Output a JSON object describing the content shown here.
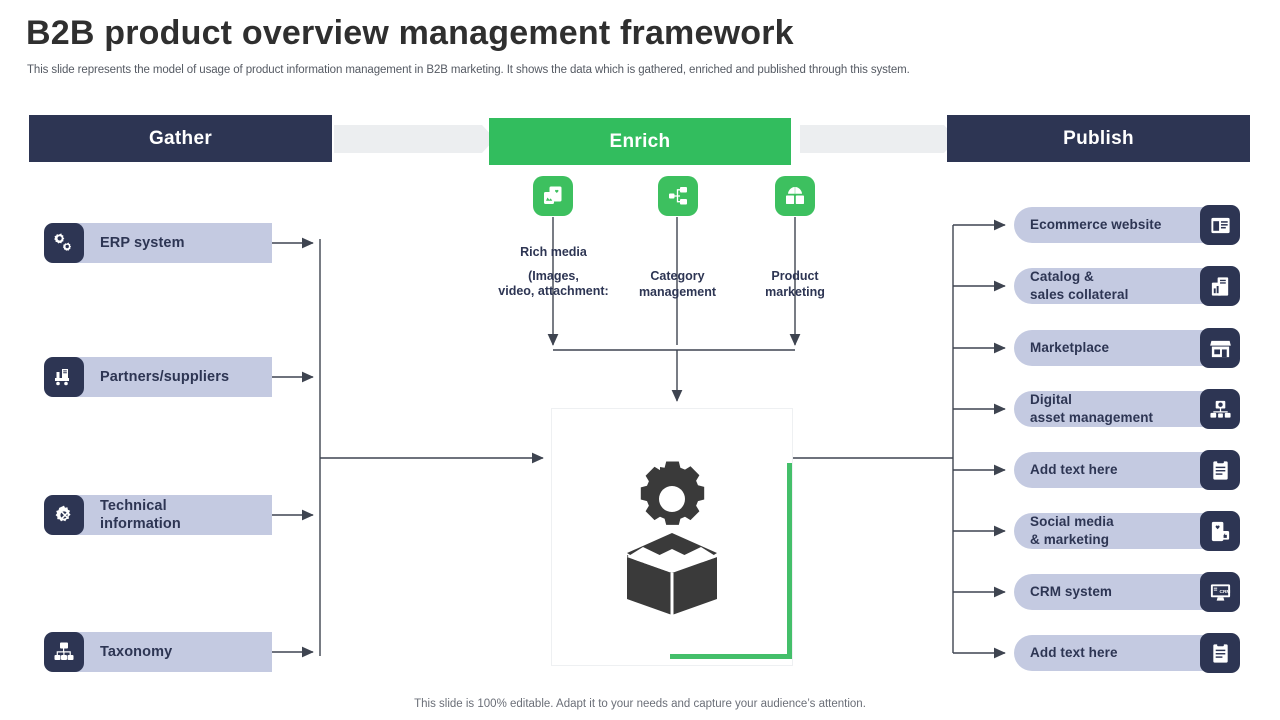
{
  "header": {
    "title": "B2B product overview management framework",
    "subtitle": "This slide represents the model of usage of product information management in B2B marketing. It shows the data which is gathered, enriched and published through this system."
  },
  "phases": [
    {
      "label": "Gather",
      "color": "#2d3553"
    },
    {
      "label": "Enrich",
      "color": "#32bd5e"
    },
    {
      "label": "Publish",
      "color": "#2d3553"
    }
  ],
  "gather": {
    "items": [
      {
        "label": "ERP system",
        "icon": "gears-icon"
      },
      {
        "label": "Partners/suppliers",
        "icon": "delivery-cart-icon"
      },
      {
        "label": "Technical\ninformation",
        "icon": "gear-tools-icon"
      },
      {
        "label": "Taxonomy",
        "icon": "hierarchy-icon"
      }
    ]
  },
  "enrich": {
    "items": [
      {
        "icon": "rich-media-icon",
        "label": "Rich media",
        "sublabel": "(Images,\nvideo, attachment:"
      },
      {
        "icon": "category-tree-icon",
        "label": "Category\nmanagement",
        "sublabel": ""
      },
      {
        "icon": "product-marketing-icon",
        "label": "Product\nmarketing",
        "sublabel": ""
      }
    ],
    "center_icon": "gear-open-box-icon",
    "accent_color": "#44bf6a"
  },
  "publish": {
    "items": [
      {
        "label": "Ecommerce website",
        "icon": "web-page-icon"
      },
      {
        "label": "Catalog &\nsales collateral",
        "icon": "catalog-chart-icon"
      },
      {
        "label": "Marketplace",
        "icon": "storefront-icon"
      },
      {
        "label": "Digital\nasset management",
        "icon": "dam-network-icon"
      },
      {
        "label": "Add text here",
        "icon": "clipboard-icon"
      },
      {
        "label": "Social media\n& marketing",
        "icon": "social-phone-icon"
      },
      {
        "label": "CRM system",
        "icon": "crm-monitor-icon"
      },
      {
        "label": "Add text here",
        "icon": "clipboard-icon"
      }
    ]
  },
  "footer": {
    "note": "This slide is 100% editable. Adapt it to your needs and capture your audience’s attention."
  },
  "colors": {
    "navy": "#2d3553",
    "green": "#32bd5e",
    "pill": "#c4cae1",
    "chevron": "#eceef0",
    "wire": "#3e4450"
  }
}
